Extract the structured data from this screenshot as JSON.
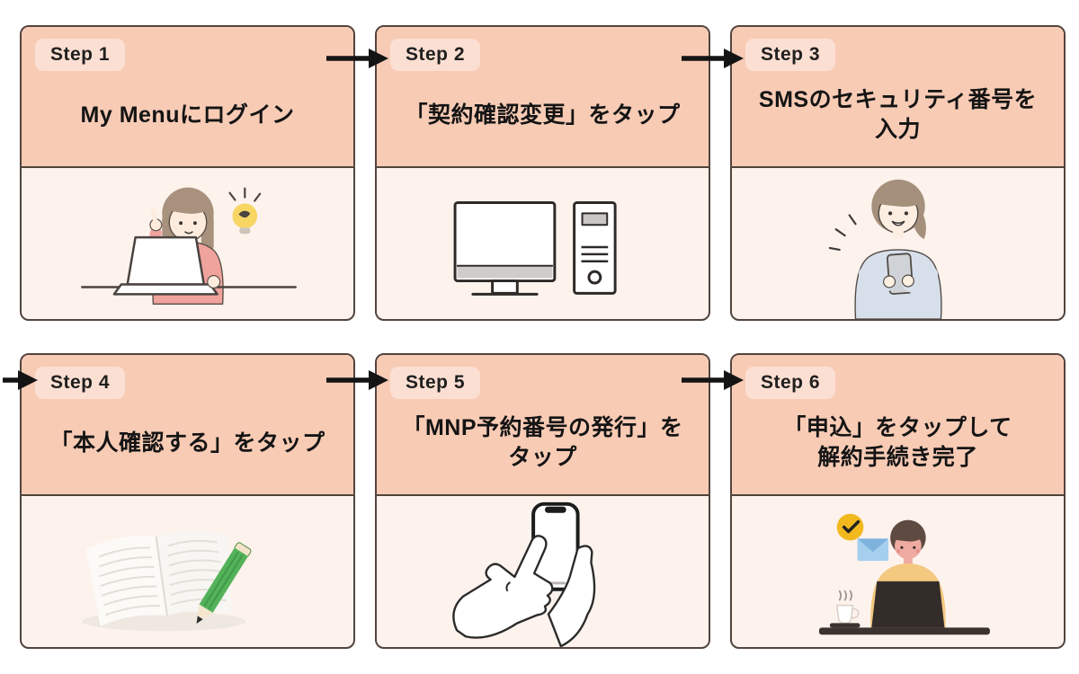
{
  "diagram": {
    "kind": "six-step-cancellation-flow",
    "colors": {
      "header_bg": "#f8cbb5",
      "body_bg": "#fdf2ec",
      "badge_bg": "#fcdfd3",
      "border": "#52443e",
      "arrow": "#141414",
      "title_text": "#141414"
    },
    "steps": [
      {
        "badge": "Step 1",
        "title_lines": [
          "My Menuにログイン"
        ],
        "illustration": "woman-laptop-idea"
      },
      {
        "badge": "Step 2",
        "title_lines": [
          "「契約確認変更」をタップ"
        ],
        "illustration": "desktop-computer"
      },
      {
        "badge": "Step 3",
        "title_lines": [
          "SMSのセキュリティ番号を",
          "入力"
        ],
        "illustration": "woman-holding-phone"
      },
      {
        "badge": "Step 4",
        "title_lines": [
          "「本人確認する」をタップ"
        ],
        "illustration": "notebook-and-pencil"
      },
      {
        "badge": "Step 5",
        "title_lines": [
          "「MNP予約番号の発行」を",
          "タップ"
        ],
        "illustration": "hand-tapping-phone"
      },
      {
        "badge": "Step 6",
        "title_lines": [
          "「申込」をタップして",
          "解約手続き完了"
        ],
        "illustration": "man-laptop-complete"
      }
    ]
  }
}
